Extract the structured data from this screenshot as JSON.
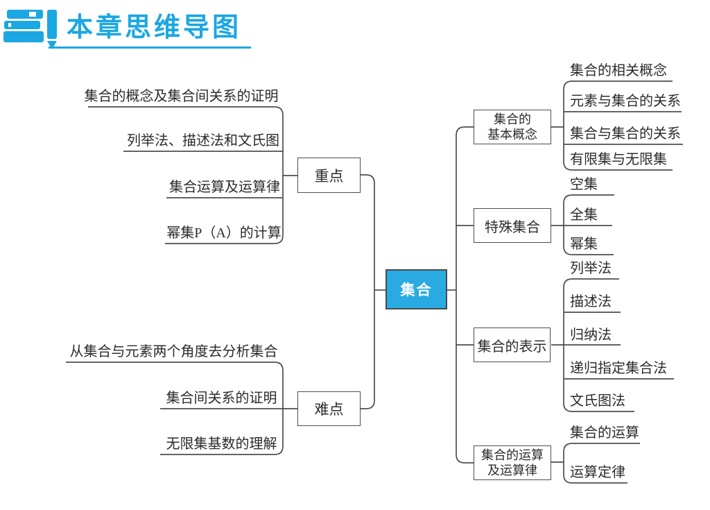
{
  "header": {
    "title": "本章思维导图",
    "icon": "books-and-pencil"
  },
  "center": {
    "label": "集合"
  },
  "left_groups": [
    {
      "box": "重点",
      "items": [
        "集合的概念及集合间关系的证明",
        "列举法、描述法和文氏图",
        "集合运算及运算律",
        "幂集P（A）的计算"
      ]
    },
    {
      "box": "难点",
      "items": [
        "从集合与元素两个角度去分析集合",
        "集合间关系的证明",
        "无限集基数的理解"
      ]
    }
  ],
  "right_groups": [
    {
      "box_lines": [
        "集合的",
        "基本概念"
      ],
      "items": [
        "集合的相关概念",
        "元素与集合的关系",
        "集合与集合的关系",
        "有限集与无限集"
      ]
    },
    {
      "box_lines": [
        "特殊集合"
      ],
      "items": [
        "空集",
        "全集",
        "幂集"
      ]
    },
    {
      "box_lines": [
        "集合的表示"
      ],
      "items": [
        "列举法",
        "描述法",
        "归纳法",
        "递归指定集合法",
        "文氏图法"
      ]
    },
    {
      "box_lines": [
        "集合的运算",
        "及运算律"
      ],
      "items": [
        "集合的运算",
        "运算定律"
      ]
    }
  ],
  "colors": {
    "accent": "#1ba7e1",
    "center_fill": "#29abe2",
    "line": "#4d4d4d"
  }
}
